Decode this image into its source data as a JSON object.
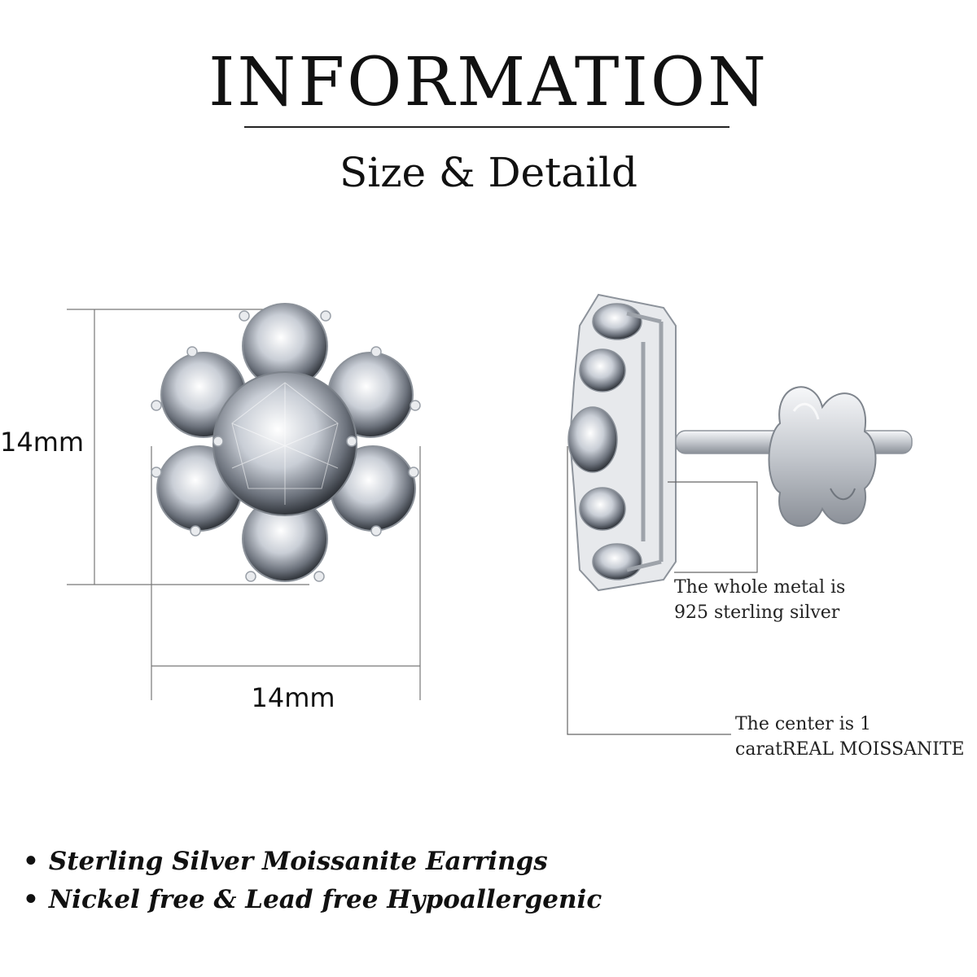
{
  "header": {
    "title": "INFORMATION",
    "subtitle": "Size & Detaild"
  },
  "dimensions": {
    "height_label": "14mm",
    "width_label": "14mm"
  },
  "callouts": {
    "metal_line1": "The whole metal is",
    "metal_line2": "925 sterling silver",
    "center_line1": "The center is 1",
    "center_line2": "caratREAL MOISSANITE"
  },
  "features": [
    {
      "bullet": "•",
      "text": "Sterling Silver Moissanite Earrings"
    },
    {
      "bullet": "•",
      "text": "Nickel free & Lead free Hypoallergenic"
    }
  ],
  "colors": {
    "background": "#ffffff",
    "text": "#111111",
    "silver": "#c9ccd1",
    "line": "#555555"
  },
  "icons": {
    "front_view": "earring-front-icon",
    "side_view": "earring-side-icon"
  }
}
